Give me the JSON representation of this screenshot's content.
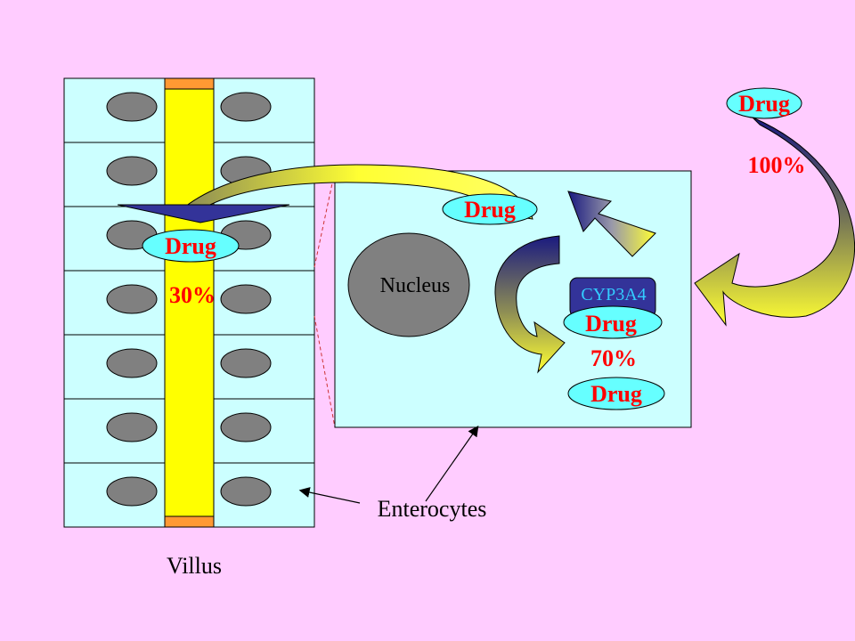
{
  "labels": {
    "drug_top_right": "Drug",
    "pct_100": "100%",
    "drug_enterocyte_top": "Drug",
    "drug_villus": "Drug",
    "pct_30": "30%",
    "nucleus": "Nucleus",
    "cyp": "CYP3A4",
    "drug_cyp_bound": "Drug",
    "pct_70": "70%",
    "drug_metabolized": "Drug",
    "enterocytes": "Enterocytes",
    "villus": "Villus"
  },
  "colors": {
    "background": "#ffccff",
    "cell_fill": "#ccffff",
    "lumen_fill": "#ffff00",
    "lumen_cap": "#ff9933",
    "cell_nucleus": "#808080",
    "drug_ellipse": "#66ffff",
    "drug_text": "#ff0000",
    "cyp_fill": "#333399",
    "cyp_text": "#33ccff",
    "arrow_dark": "#1a1a80",
    "arrow_light": "#ffff33"
  }
}
